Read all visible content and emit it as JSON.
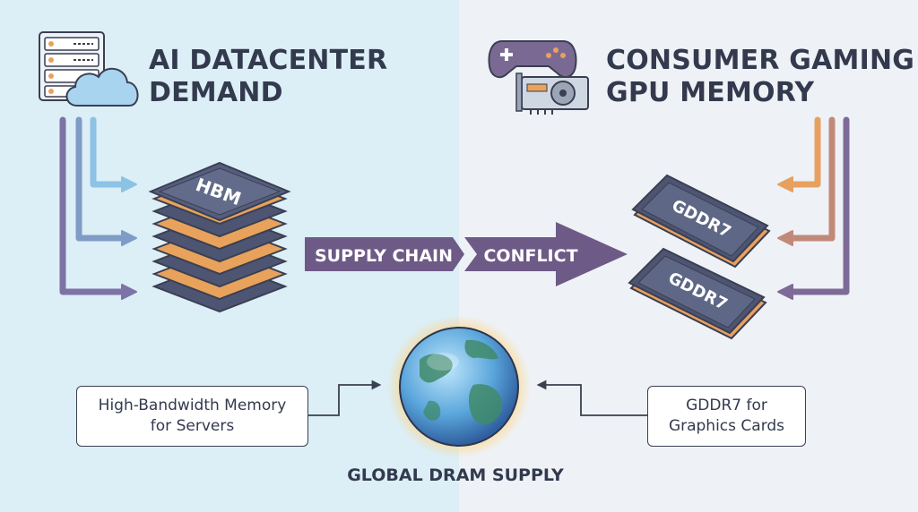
{
  "left_title": {
    "line1": "AI DATACENTER",
    "line2": "DEMAND"
  },
  "right_title": {
    "line1": "CONSUMER GAMING",
    "line2": "GPU MEMORY"
  },
  "hbm_chip_label": "HBM",
  "gddr_chip_labels": [
    "GDDR7",
    "GDDR7"
  ],
  "arrow_text_left": "SUPPLY CHAIN",
  "arrow_text_right": "CONFLICT",
  "left_box": {
    "line1": "High-Bandwidth Memory",
    "line2": "for Servers"
  },
  "right_box": {
    "line1": "GDDR7 for",
    "line2": "Graphics Cards"
  },
  "globe_label": "GLOBAL DRAM SUPPLY",
  "icons": [
    "server-rack-icon",
    "cloud-icon",
    "gamepad-icon",
    "graphics-card-icon",
    "globe-icon"
  ],
  "colors": {
    "left_bg": "#dceef6",
    "right_bg": "#eef2f6",
    "ink": "#333a4e",
    "arrow_purple": "#6e5a86",
    "hbm_orange": "#e8a25c",
    "gddr_orange": "#e8a060",
    "chip_dark": "#4d5572"
  }
}
